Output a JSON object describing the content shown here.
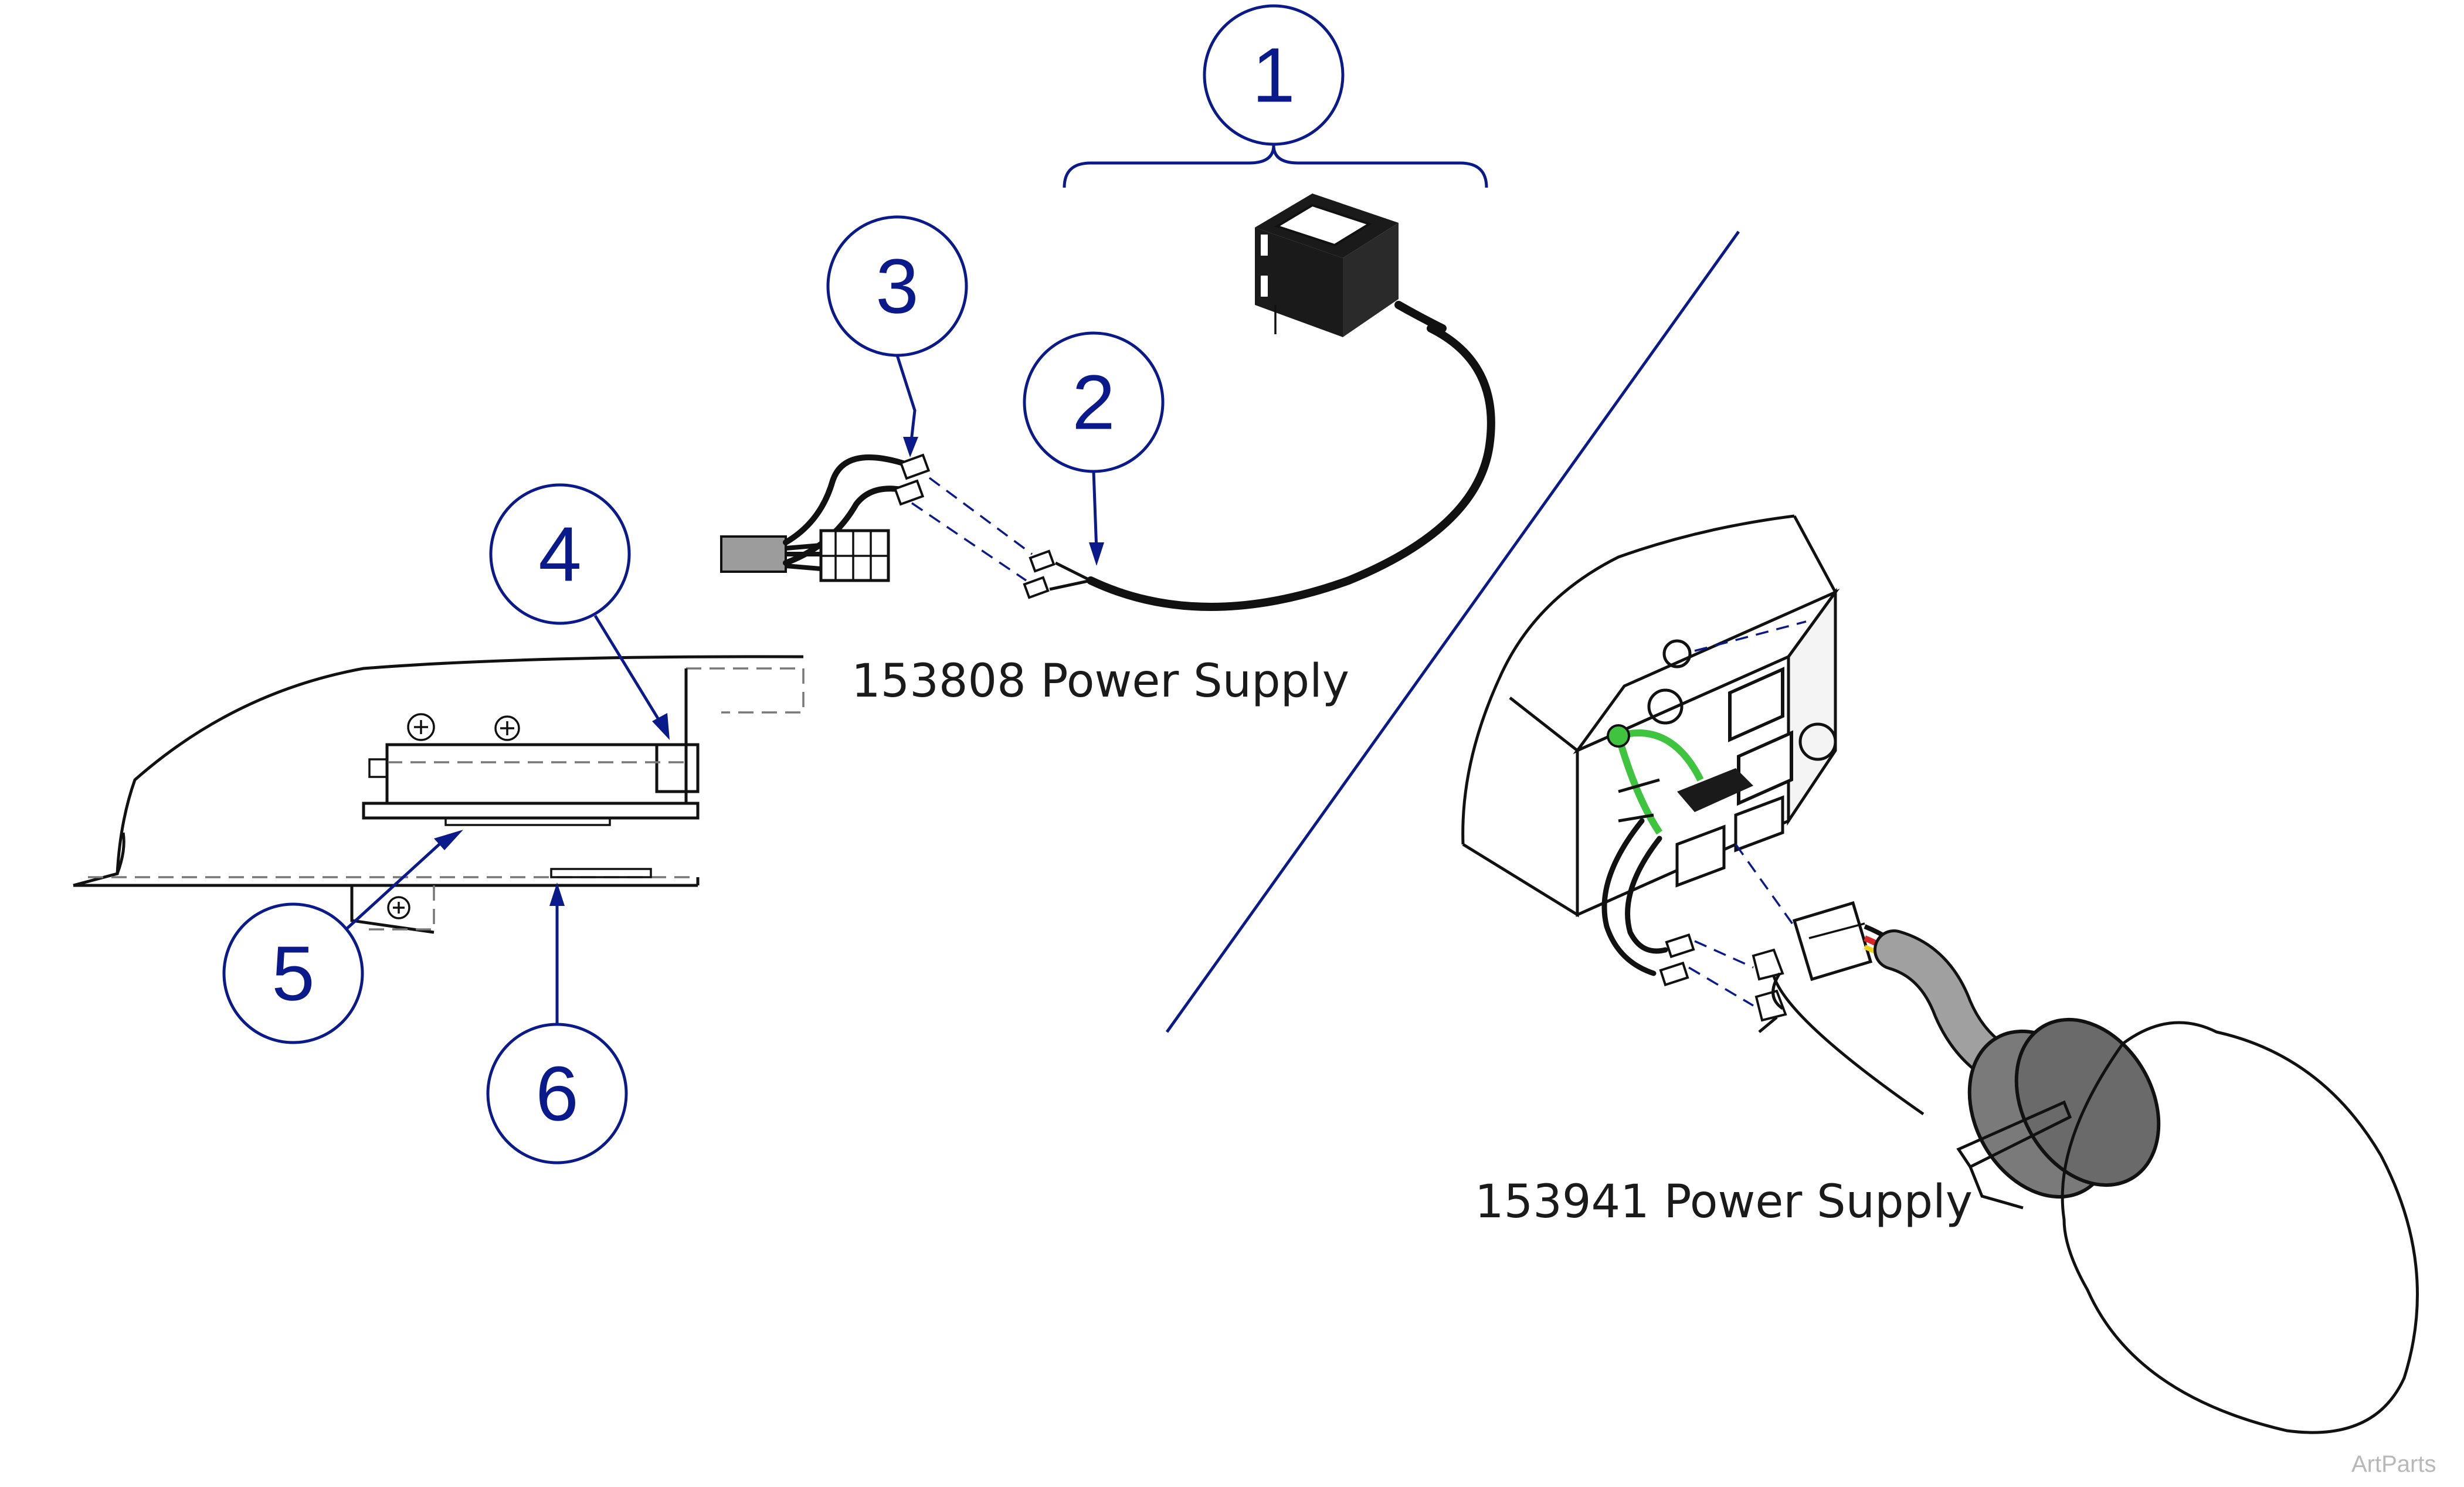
{
  "callouts": [
    {
      "id": "1",
      "label": "1"
    },
    {
      "id": "2",
      "label": "2"
    },
    {
      "id": "3",
      "label": "3"
    },
    {
      "id": "4",
      "label": "4"
    },
    {
      "id": "5",
      "label": "5"
    },
    {
      "id": "6",
      "label": "6"
    }
  ],
  "captions": {
    "left_assembly": "153808 Power Supply",
    "right_assembly": "153941 Power Supply"
  },
  "credit": "ArtParts",
  "colors": {
    "callout": "#0a1a8a",
    "line": "#111111",
    "green_wire": "#3ec43e",
    "red_wire": "#d8262a",
    "yellow_wire": "#f0d21a",
    "cable_gray": "#a0a0a0",
    "grommet_gray": "#7a7a7a"
  }
}
